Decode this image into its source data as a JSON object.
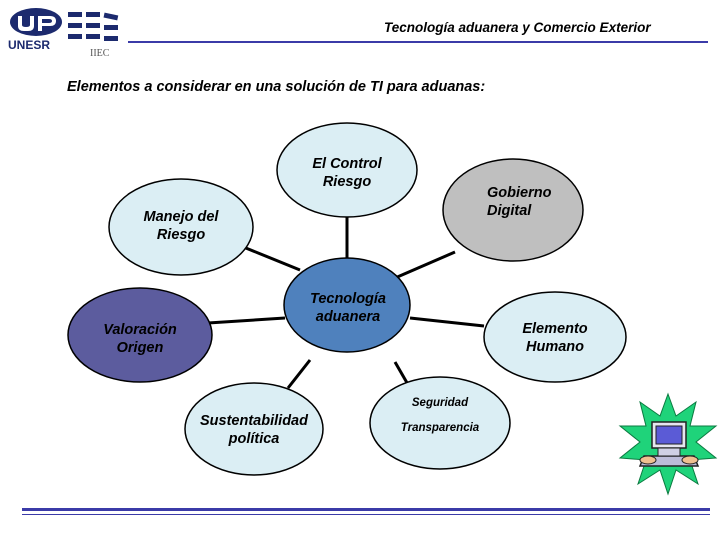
{
  "header": {
    "logo_text": "UNESR",
    "logo_sub": "IIEC",
    "title": "Tecnología aduanera y Comercio Exterior"
  },
  "slide": {
    "heading": "Elementos a considerar en  una solución de TI para aduanas:"
  },
  "diagram": {
    "center": {
      "label": "Tecnología\n aduanera",
      "fill": "#4f81bd"
    },
    "nodes": [
      {
        "id": "control",
        "label": "El Control\nRiesgo",
        "fill": "#dbeef4"
      },
      {
        "id": "gobierno",
        "label": "Gobierno\nDigital",
        "fill": "#bfbfbf"
      },
      {
        "id": "elemento",
        "label": "Elemento\nHumano",
        "fill": "#dbeef4"
      },
      {
        "id": "seguridad",
        "label": "Seguridad\n\nTransparencia",
        "fill": "#dbeef4"
      },
      {
        "id": "sustentabilidad",
        "label": "Sustentabilidad\npolítica",
        "fill": "#dbeef4"
      },
      {
        "id": "valoracion",
        "label": "Valoración\nOrigen",
        "fill": "#5c5c9e"
      },
      {
        "id": "manejo",
        "label": "Manejo del\nRiesgo",
        "fill": "#dbeef4"
      }
    ]
  }
}
